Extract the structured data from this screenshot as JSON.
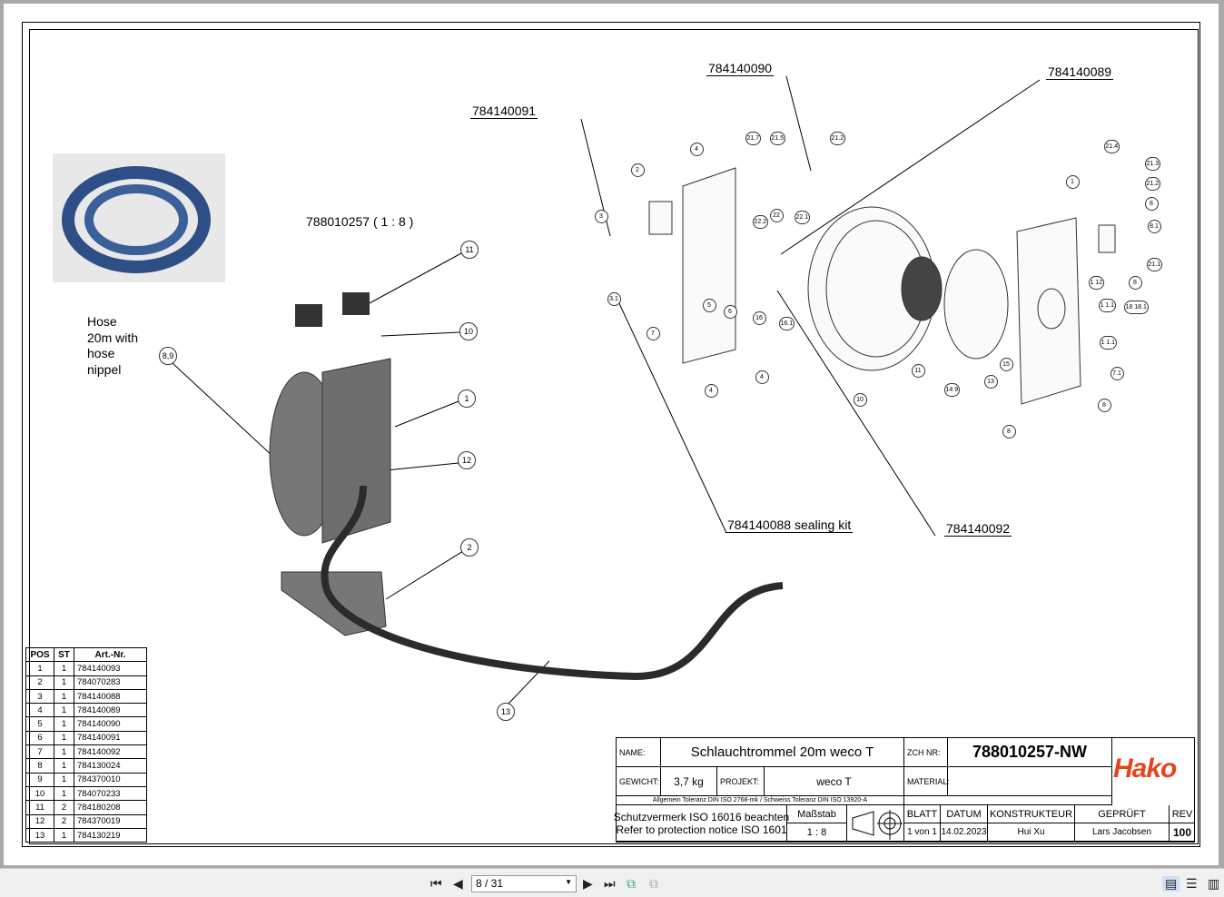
{
  "drawing": {
    "part_numbers": {
      "p090": "784140090",
      "p089": "784140089",
      "p091": "784140091",
      "p088": "784140088 sealing kit",
      "p092": "784140092"
    },
    "view_label": "788010257 ( 1 : 8 )",
    "hose_note": [
      "Hose",
      "20m with",
      "hose",
      "nippel"
    ],
    "callouts_left": [
      "11",
      "10",
      "1",
      "12",
      "2",
      "13",
      "8,9"
    ],
    "callouts_exploded": [
      "21.7",
      "21.5",
      "21.2",
      "4",
      "2",
      "3",
      "22.2",
      "22",
      "22.1",
      "21.4",
      "21.3",
      "21.2",
      "1",
      "8",
      "8.1",
      "21.1",
      "1 12",
      "8",
      "1 1.1",
      "3.1",
      "5",
      "6",
      "16",
      "16.1",
      "18 18.1",
      "1 1.1",
      "7",
      "11",
      "14 9",
      "13",
      "15",
      "7.1",
      "10",
      "4",
      "4",
      "8",
      "8"
    ]
  },
  "parts_table": {
    "headers": [
      "POS",
      "ST",
      "Art.-Nr."
    ],
    "rows": [
      [
        "1",
        "1",
        "784140093"
      ],
      [
        "2",
        "1",
        "784070283"
      ],
      [
        "3",
        "1",
        "784140088"
      ],
      [
        "4",
        "1",
        "784140089"
      ],
      [
        "5",
        "1",
        "784140090"
      ],
      [
        "6",
        "1",
        "784140091"
      ],
      [
        "7",
        "1",
        "784140092"
      ],
      [
        "8",
        "1",
        "784130024"
      ],
      [
        "9",
        "1",
        "784370010"
      ],
      [
        "10",
        "1",
        "784070233"
      ],
      [
        "11",
        "2",
        "784180208"
      ],
      [
        "12",
        "2",
        "784370019"
      ],
      [
        "13",
        "1",
        "784130219"
      ]
    ]
  },
  "title_block": {
    "name_label": "NAME:",
    "name": "Schlauchtrommel 20m weco T",
    "zch_label": "ZCH NR:",
    "zch": "788010257-NW",
    "gewicht_label": "GEWICHT:",
    "gewicht": "3,7 kg",
    "projekt_label": "PROJEKT:",
    "projekt": "weco T",
    "material_label": "MATERIAL:",
    "material": "",
    "tolerance": "Allgemein Toleranz DIN ISO 2768-mk / Schweiss Toleranz DIN ISO 13920-A",
    "protection1": "Schutzvermerk  ISO 16016 beachten",
    "protection2": "Refer to protection notice ISO 1601",
    "massstab_label": "Maßstab",
    "massstab": "1 : 8",
    "blatt_label": "BLATT",
    "blatt": "1 von 1",
    "datum_label": "DATUM",
    "datum": "14.02.2023",
    "konstrukteur_label": "KONSTRUKTEUR",
    "konstrukteur": "Hui Xu",
    "geprueft_label": "GEPRÜFT",
    "geprueft": "Lars Jacobsen",
    "rev_label": "REV",
    "rev": "100",
    "logo": "Hako",
    "logo_color": "#e5441c"
  },
  "toolbar": {
    "page_indicator": "8 / 31",
    "icons": [
      "first-page-icon",
      "prev-page-icon",
      "next-page-icon",
      "last-page-icon",
      "extract-page-icon",
      "insert-page-icon",
      "single-page-view-icon",
      "continuous-view-icon",
      "two-page-view-icon"
    ]
  }
}
